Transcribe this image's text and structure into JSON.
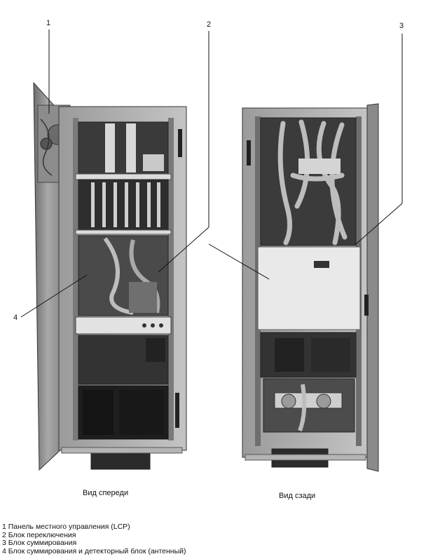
{
  "callouts": [
    "1",
    "2",
    "3",
    "4"
  ],
  "views": {
    "front": "Вид спереди",
    "back": "Вид сзади"
  },
  "legend": [
    "1 Панель местного управления (LCP)",
    "2 Блок переключения",
    "3 Блок суммирования",
    "4 Блок суммирования и детекторный блок (антенный)"
  ]
}
